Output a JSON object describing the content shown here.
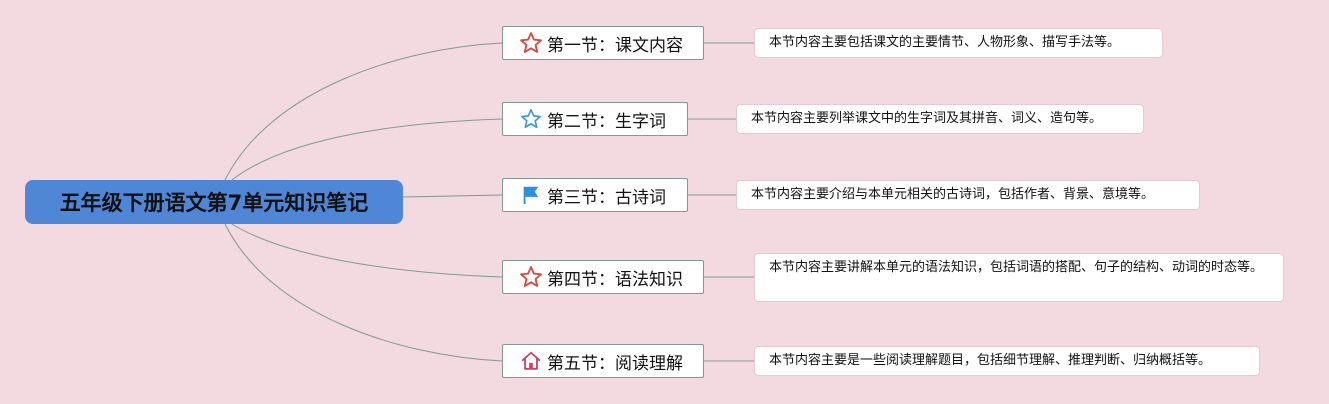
{
  "colors": {
    "background": "#f3d9e0",
    "root_fill": "#4f86d6",
    "branch_line": "#7f9a93",
    "star_red": "#e0453a",
    "star_blue": "#3a9ad9",
    "flag_blue": "#2f8fe0",
    "home_red": "#d04062"
  },
  "root": {
    "title": "五年级下册语文第7单元知识笔记"
  },
  "sections": [
    {
      "icon": "red-star-icon",
      "label": "第一节：课文内容",
      "note": "本节内容主要包括课文的主要情节、人物形象、描写手法等。"
    },
    {
      "icon": "blue-star-icon",
      "label": "第二节：生字词",
      "note": "本节内容主要列举课文中的生字词及其拼音、词义、造句等。"
    },
    {
      "icon": "blue-flag-icon",
      "label": "第三节：古诗词",
      "note": "本节内容主要介绍与本单元相关的古诗词，包括作者、背景、意境等。"
    },
    {
      "icon": "red-star-icon",
      "label": "第四节：语法知识",
      "note": "本节内容主要讲解本单元的语法知识，包括词语的搭配、句子的结构、动词的时态等。"
    },
    {
      "icon": "home-icon",
      "label": "第五节：阅读理解",
      "note": "本节内容主要是一些阅读理解题目，包括细节理解、推理判断、归纳概括等。"
    }
  ]
}
